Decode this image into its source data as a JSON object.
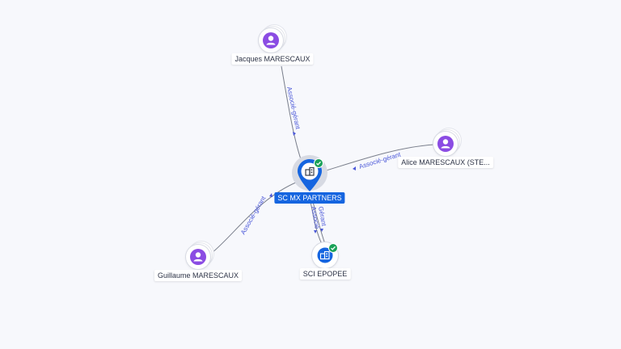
{
  "nodes": {
    "main": {
      "label": "SC MX PARTNERS",
      "type": "company",
      "verified": true,
      "icon": "building-icon",
      "color": "#1565e0"
    },
    "jacques": {
      "label": "Jacques MARESCAUX",
      "type": "person",
      "icon": "person-icon",
      "color": "#8b4ce3"
    },
    "alice": {
      "label": "Alice MARESCAUX (STE...",
      "type": "person",
      "icon": "person-icon",
      "color": "#8b4ce3"
    },
    "guillaume": {
      "label": "Guillaume MARESCAUX",
      "type": "person",
      "icon": "person-icon",
      "color": "#8b4ce3"
    },
    "sci": {
      "label": "SCI EPOPEE",
      "type": "company",
      "verified": true,
      "icon": "building-icon",
      "color": "#1565e0"
    }
  },
  "edges": {
    "jacques_main": "Associé-gérant",
    "alice_main": "Associé-gérant",
    "guillaume_main": "Associé-gérant",
    "main_sci_1": "Gérant",
    "main_sci_2": "Associé"
  },
  "colors": {
    "background": "#f7f8fc",
    "edge_label": "#4a57d8",
    "verified": "#1aa158"
  }
}
